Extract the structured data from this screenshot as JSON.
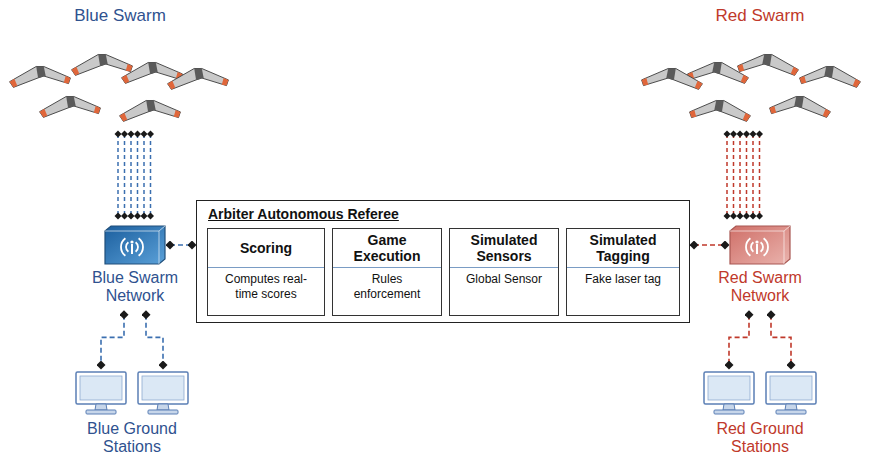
{
  "diagram": {
    "nodes": [
      {
        "text": [
          "Blue Swarm Network"
        ]
      },
      {
        "text": [
          "Arbiter Autonomous Referee"
        ]
      },
      {
        "text": [
          "Scoring",
          "Computes real-time scores"
        ],
        "in": 1
      },
      {
        "text": [
          "Game Execution",
          "Rules enforcement"
        ],
        "in": 1
      },
      {
        "text": [
          "Simulated Sensors",
          "Global Sensor"
        ],
        "in": 1
      },
      {
        "text": [
          "Simulated Tagging",
          "Fake laser tag"
        ],
        "in": 1
      },
      {
        "text": [
          "Red Swarm Network"
        ]
      },
      {
        "text": [
          "Blue Ground Stations"
        ]
      },
      {
        "text": [
          "Red Ground Stations"
        ]
      }
    ],
    "edges": [
      {
        "from": 0,
        "to": 1,
        "arrow": "none"
      },
      {
        "from": 1,
        "to": 6,
        "arrow": "none"
      },
      {
        "from": 0,
        "to": 7,
        "arrow": "none"
      },
      {
        "from": 0,
        "to": 7,
        "arrow": "none"
      },
      {
        "from": 6,
        "to": 8,
        "arrow": "none"
      },
      {
        "from": 6,
        "to": 8,
        "arrow": "none"
      }
    ],
    "labels": [
      "Blue Swarm",
      "Red Swarm"
    ]
  }
}
